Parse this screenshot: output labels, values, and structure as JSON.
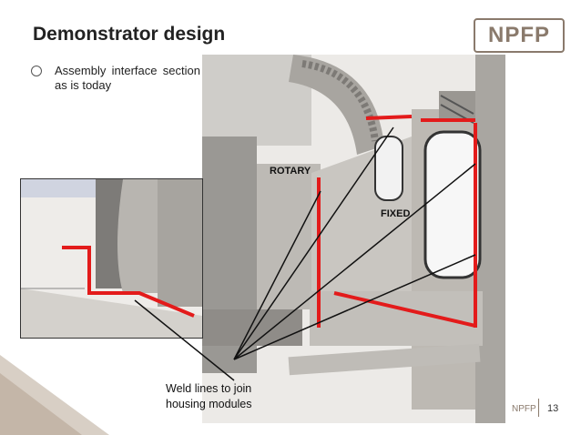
{
  "slide": {
    "title": "Demonstrator design",
    "logo_text": "NPFP",
    "bullet": "Assembly interface section as is today",
    "label_rotary": "ROTARY",
    "label_fixed": "FIXED",
    "weld_note_line1": "Weld lines to join",
    "weld_note_line2": "housing modules",
    "footer_name": "NPFP",
    "page_number": "13"
  },
  "colors": {
    "accent": "#8a7a6c",
    "weld_line": "#e31b1b",
    "metal": "#b9b6b1"
  }
}
